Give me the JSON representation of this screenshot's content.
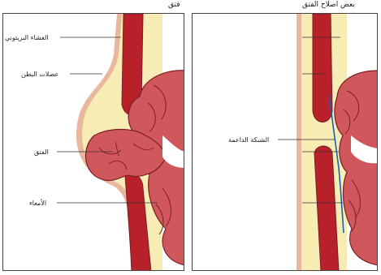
{
  "panels": {
    "left": {
      "title": "فتق",
      "labels": {
        "peritoneum": "الغشاء البريتوني",
        "abdominal_muscles": "عضلات البطن",
        "hernia": "الفتق",
        "intestines": "الأمعاء"
      }
    },
    "right": {
      "title": "بعض اصلاح الفتق",
      "labels": {
        "support_mesh": "الشبكة الداعمة"
      }
    }
  },
  "colors": {
    "muscle": "#b8202a",
    "intestine": "#d0585c",
    "intestine_outline": "#7a1e24",
    "peritoneum": "#f6ecb4",
    "skin": "#e8b79e",
    "mesh": "#1a5fb4"
  }
}
